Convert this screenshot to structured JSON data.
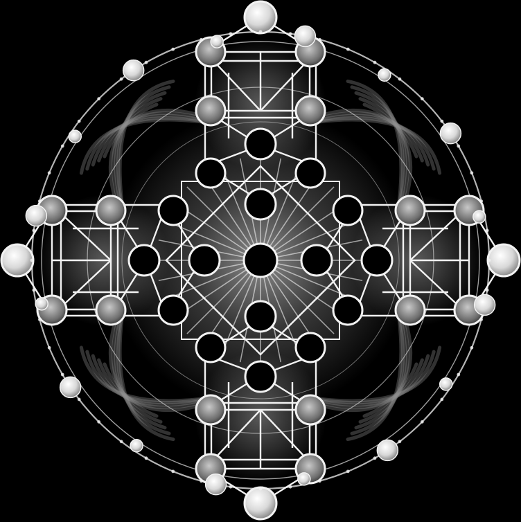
{
  "artwork": {
    "kind": "sacred-geometry cross mandala",
    "colors": {
      "background": "#000000",
      "line": "#f2f2f2",
      "node_fill_light": "#e6e6e6",
      "node_fill_dark": "#000000",
      "glow": "#ffffff"
    },
    "orbit_rings": 4,
    "orbit_beads": 16,
    "arm_count": 4,
    "radial_rays": 32
  }
}
